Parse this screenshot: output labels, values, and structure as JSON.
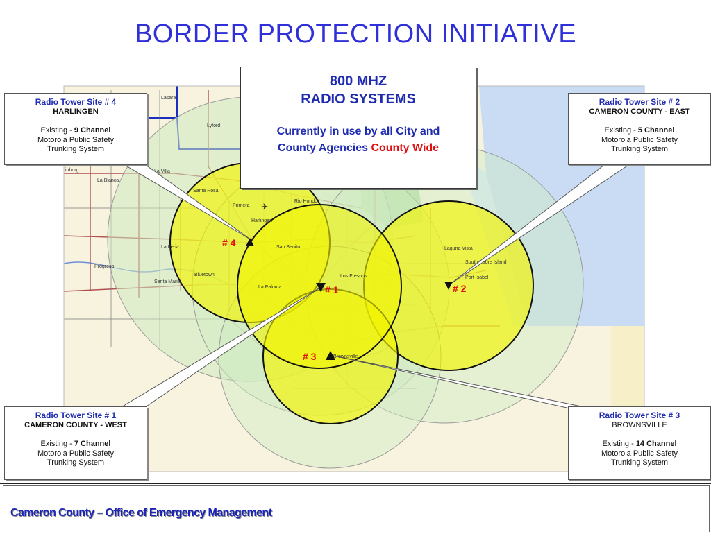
{
  "title": "BORDER PROTECTION INITIATIVE",
  "center_box": {
    "line1": "800 MHZ",
    "line2": "RADIO SYSTEMS",
    "line3": "Currently in use  by all City and",
    "line4_a": "County Agencies",
    "line4_b": "County Wide"
  },
  "towers": {
    "site4": {
      "heading": "Radio Tower Site # 4",
      "area": "HARLINGEN",
      "existing": "Existing -",
      "channels": "9 Channel",
      "line2": "Motorola Public Safety",
      "line3": "Trunking System",
      "marker": "# 4"
    },
    "site2": {
      "heading": "Radio Tower Site # 2",
      "area": "CAMERON COUNTY - EAST",
      "existing": "Existing -",
      "channels": "5 Channel",
      "line2": "Motorola Public Safety",
      "line3": "Trunking System",
      "marker": "# 2"
    },
    "site1": {
      "heading": "Radio Tower Site # 1",
      "area": "CAMERON COUNTY - WEST",
      "existing": "Existing -",
      "channels": "7 Channel",
      "line2": "Motorola Public Safety",
      "line3": "Trunking System",
      "marker": "# 1"
    },
    "site3": {
      "heading": "Radio Tower Site # 3",
      "area": "BROWNSVILLE",
      "existing": "Existing -",
      "channels": "14 Channel",
      "line2": "Motorola Public Safety",
      "line3": "Trunking System",
      "marker": "# 3"
    }
  },
  "map_labels": {
    "harlingen": "Harlingen",
    "san_benito": "San Benito",
    "santa_rosa": "Santa Rosa",
    "primera": "Primera",
    "rio_hondo": "Rio Hondo",
    "los_fresnos": "Los Fresnos",
    "la_paloma": "La Paloma",
    "brownsville": "Brownsville",
    "south_padre": "South Padre Island",
    "port_isabel": "Port Isabel",
    "progreso": "Progreso",
    "bluetown": "Bluetown",
    "santa_maria": "Santa Maria",
    "la_villa": "La Villa",
    "lasara": "Lasara",
    "lyford": "Lyford",
    "la_blanca": "La Blanca",
    "edinburg": "inburg",
    "laguna_vista": "Laguna Vista",
    "la_feria": "La Feria"
  },
  "footer": {
    "text": "Cameron County – Office of Emergency Management"
  },
  "colors": {
    "title": "#3030d8",
    "heading": "#1f2bb0",
    "accent": "#e01010",
    "coverage_yellow": "#f2f500",
    "coverage_green": "#cfeac0"
  }
}
